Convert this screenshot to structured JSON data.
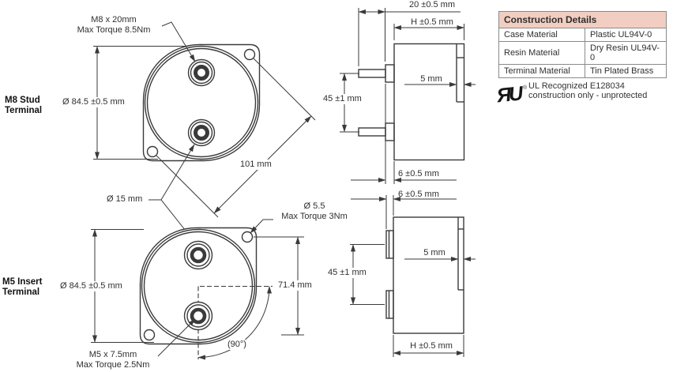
{
  "colors": {
    "line": "#3a3a3a",
    "text": "#2f2f2f",
    "label": "#111111",
    "table_header_bg": "#f1cec1",
    "table_border": "#8a8a8a"
  },
  "sections": {
    "m8": {
      "line1": "M8 Stud",
      "line2": "Terminal"
    },
    "m5": {
      "line1": "M5 Insert",
      "line2": "Terminal"
    }
  },
  "callouts": {
    "m8_terminal": {
      "line1": "M8 x 20mm",
      "line2": "Max Torque 8.5Nm"
    },
    "m5_terminal": {
      "line1": "M5 x 7.5mm",
      "line2": "Max Torque 2.5Nm"
    },
    "mount_hole": {
      "line1": "Ø 5.5",
      "line2": "Max Torque 3Nm"
    },
    "terminal_dia": "Ø 15 mm"
  },
  "dims": {
    "body_dia_top": "Ø 84.5 ±0.5 mm",
    "body_dia_bottom": "Ø 84.5 ±0.5 mm",
    "hole_diagonal": "101 mm",
    "hole_vertical": "71.4 mm",
    "hole_angle": "(90°)",
    "stud_length": "20 ±0.5 mm",
    "case_height_top": "H ±0.5 mm",
    "case_height_bottom": "H ±0.5 mm",
    "flange_top": "5 mm",
    "flange_bottom": "5 mm",
    "pitch_top": "45 ±1 mm",
    "pitch_bottom": "45 ±1 mm",
    "offset_top": "6 ±0.5 mm",
    "offset_bottom": "6 ±0.5 mm"
  },
  "table": {
    "title": "Construction Details",
    "rows": [
      {
        "label": "Case Material",
        "value": "Plastic UL94V-0"
      },
      {
        "label": "Resin Material",
        "value": "Dry Resin UL94V-0"
      },
      {
        "label": "Terminal Material",
        "value": "Tin Plated Brass"
      }
    ]
  },
  "ul": {
    "mark": "ЯU",
    "registered": "®",
    "line1": "UL Recognized E128034",
    "line2": "construction only -  unprotected"
  }
}
